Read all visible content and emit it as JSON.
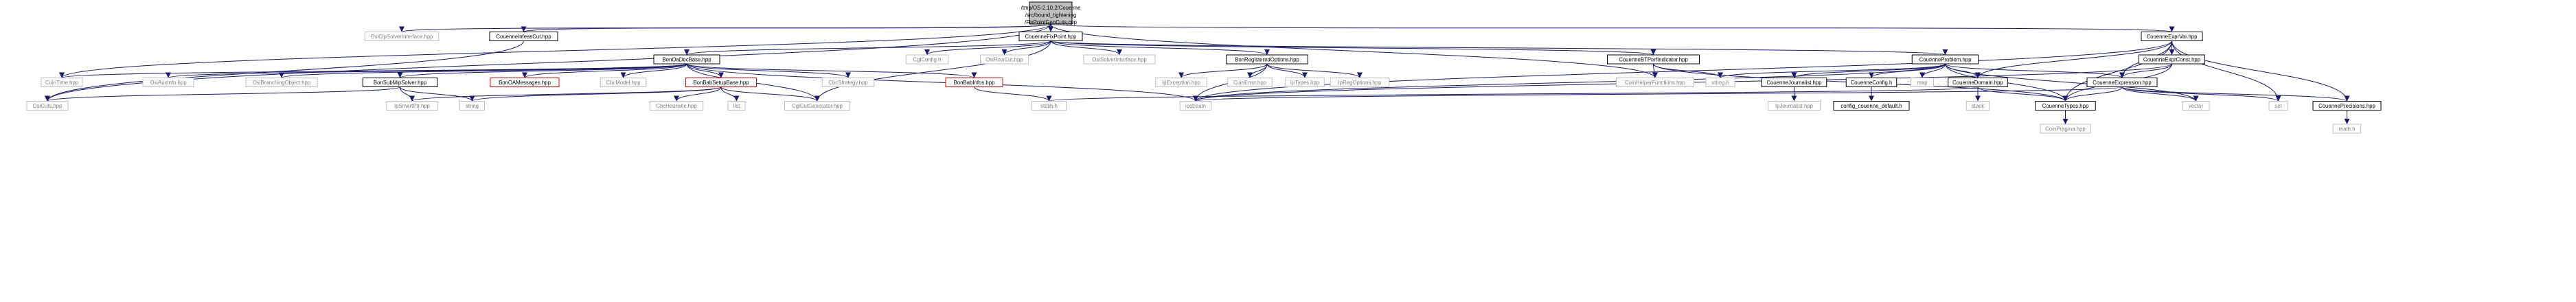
{
  "root": {
    "lines": [
      "/tmp/OS-2.10.2/Couenne",
      "/src/bound_tightening",
      "/FixPointGenCuts.cpp"
    ]
  },
  "nodes": {
    "osiClp": "OsiClpSolverInterface.hpp",
    "infeasCut": "CouenneInfeasCut.hpp",
    "fixPoint": "CouenneFixPoint.hpp",
    "exprVar": "CouenneExprVar.hpp",
    "bonOa": "BonOaDecBase.hpp",
    "cglConfig": "CglConfig.h",
    "osiRowCut": "OsiRowCut.hpp",
    "osiSolver": "OsiSolverInterface.hpp",
    "bonRegOpt": "BonRegisteredOptions.hpp",
    "btPerf": "CouenneBTPerfIndicator.hpp",
    "problem": "CouenneProblem.hpp",
    "exprConst": "CouenneExprConst.hpp",
    "coinTime": "CoinTime.hpp",
    "osiAux": "OsiAuxInfo.hpp",
    "osiBranch": "OsiBranchingObject.hpp",
    "bonSubMip": "BonSubMipSolver.hpp",
    "bonOaMsg": "BonOAMessages.hpp",
    "cbcModel": "CbcModel.hpp",
    "bonBabSetup": "BonBabSetupBase.hpp",
    "cbcStrategy": "CbcStrategy.hpp",
    "bonBabInfo": "BonBabInfos.hpp",
    "ipException": "IpException.hpp",
    "coinError": "CoinError.hpp",
    "ipTypes": "IpTypes.hpp",
    "ipRegOpt": "IpRegOptions.hpp",
    "coinHelper": "CoinHelperFunctions.hpp",
    "stringH": "string.h",
    "journalist": "CouenneJournalist.hpp",
    "couenneConfig": "CouenneConfig.h",
    "map": "map",
    "domain": "CouenneDomain.hpp",
    "expression": "CouenneExpression.hpp",
    "osiCuts": "OsiCuts.hpp",
    "ipSmartPtr": "IpSmartPtr.hpp",
    "string": "string",
    "cbcHeuristic": "CbcHeuristic.hpp",
    "list": "list",
    "cglCutGen": "CglCutGenerator.hpp",
    "stdlib": "stdlib.h",
    "iostream": "iostream",
    "ipJournalist": "IpJournalist.hpp",
    "configDefault": "config_couenne_default.h",
    "stack": "stack",
    "couenneTypes": "CouenneTypes.hpp",
    "vector": "vector",
    "set": "set",
    "precisions": "CouennePrecisions.hpp",
    "coinPragma": "CoinPragma.hpp",
    "mathH": "math.h"
  },
  "colors": {
    "edge": "#191970",
    "root_fill": "#bfbfbf",
    "border": "#000000",
    "red_border": "#ff0000",
    "gray_border": "#bfbfbf"
  }
}
